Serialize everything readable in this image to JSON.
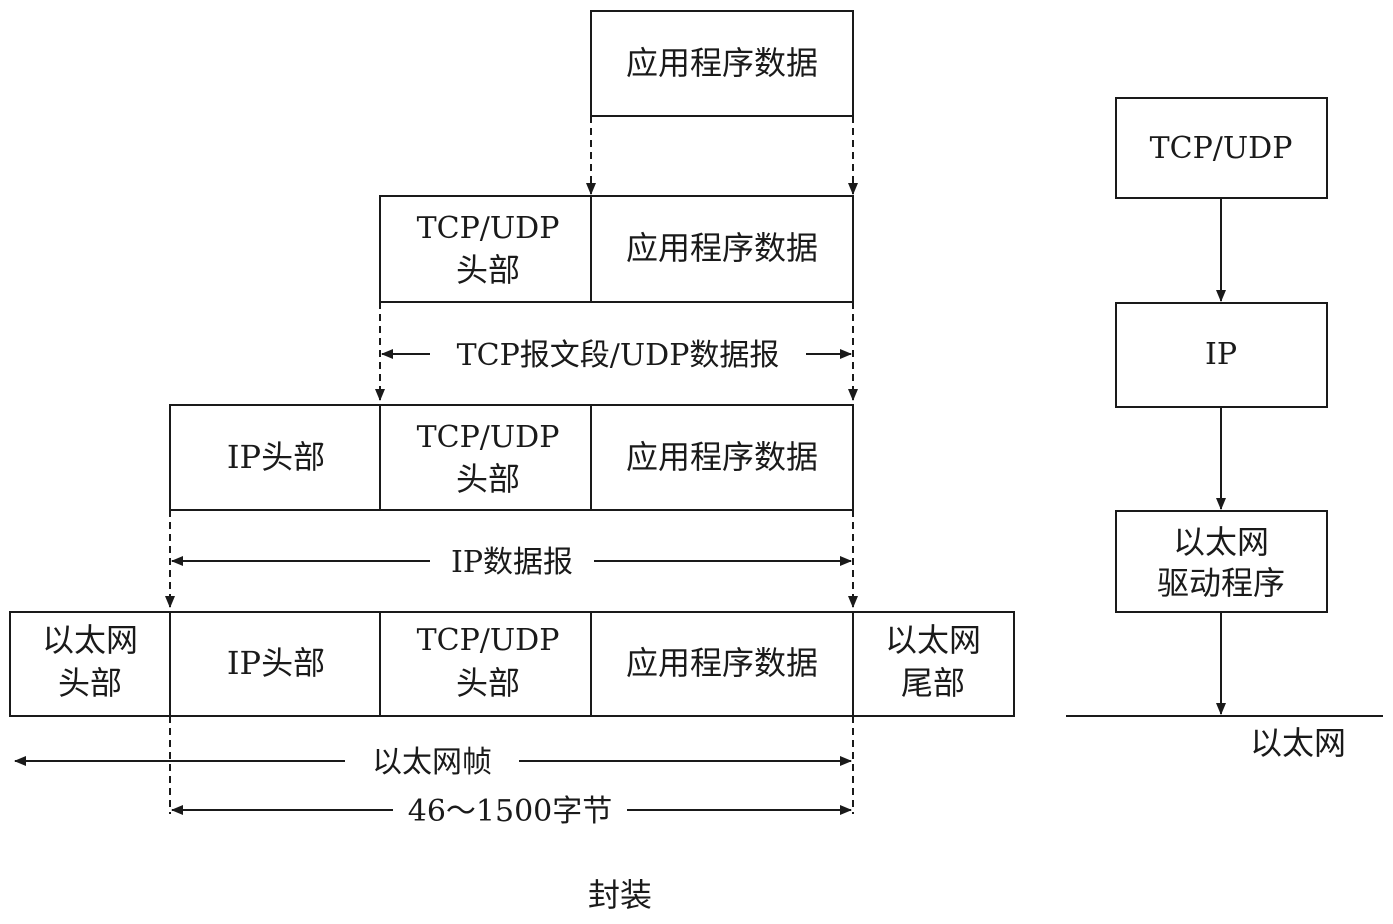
{
  "labels": {
    "app_data": "应用程序数据",
    "tcp_udp": "TCP/UDP",
    "header": "头部",
    "ip_header": "IP头部",
    "eth": "以太网",
    "eth_trailer_line2": "尾部",
    "tcp_segment": "TCP报文段/UDP数据报",
    "ip_datagram": "IP数据报",
    "eth_frame": "以太网帧",
    "size_range": "46～1500字节",
    "caption": "封装"
  },
  "stack": {
    "layer1": "TCP/UDP",
    "layer2": "IP",
    "layer3_line1": "以太网",
    "layer3_line2": "驱动程序",
    "network": "以太网"
  }
}
